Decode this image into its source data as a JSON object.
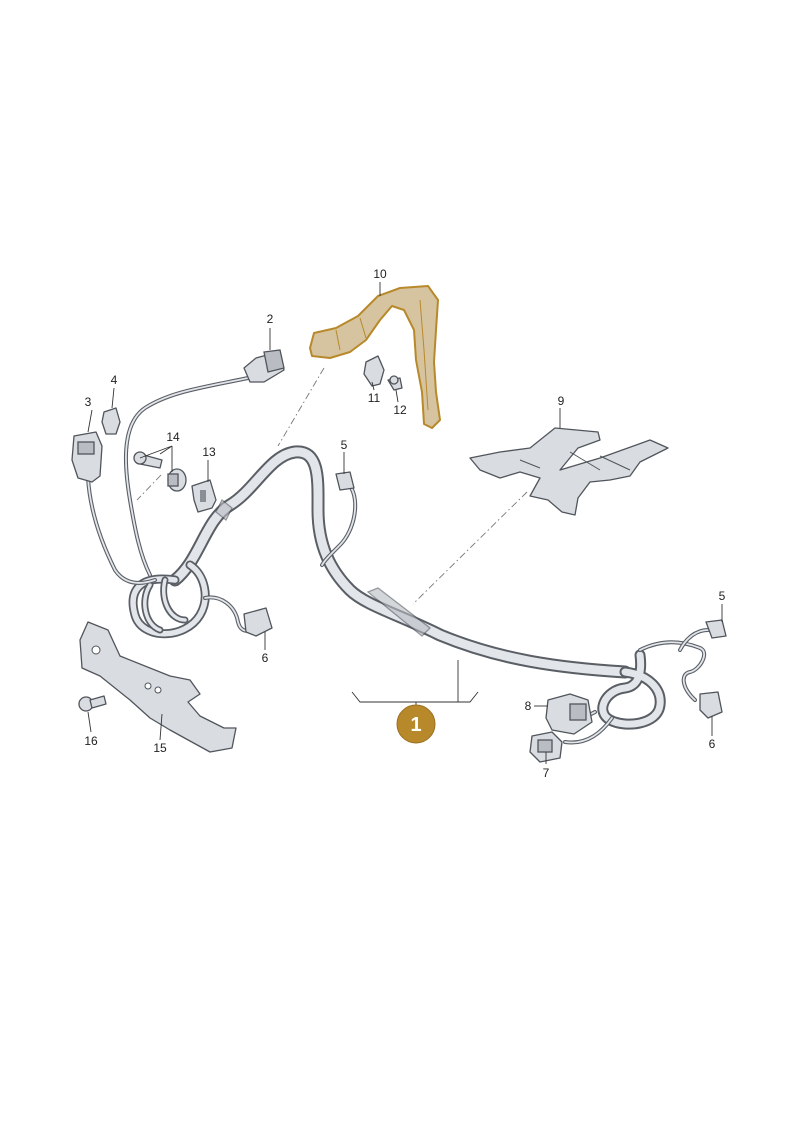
{
  "colors": {
    "highlight_fill": "#d6c4a0",
    "highlight_stroke": "#b8892a",
    "callout_fill": "#b8892a",
    "part_fill": "#d9dce0",
    "line": "#50555c"
  },
  "callout": {
    "number": "1"
  },
  "labels": {
    "p2": "2",
    "p3": "3",
    "p4": "4",
    "p5a": "5",
    "p5b": "5",
    "p6a": "6",
    "p6b": "6",
    "p7": "7",
    "p8": "8",
    "p9": "9",
    "p10": "10",
    "p11": "11",
    "p12": "12",
    "p13": "13",
    "p14": "14",
    "p15": "15",
    "p16": "16"
  }
}
